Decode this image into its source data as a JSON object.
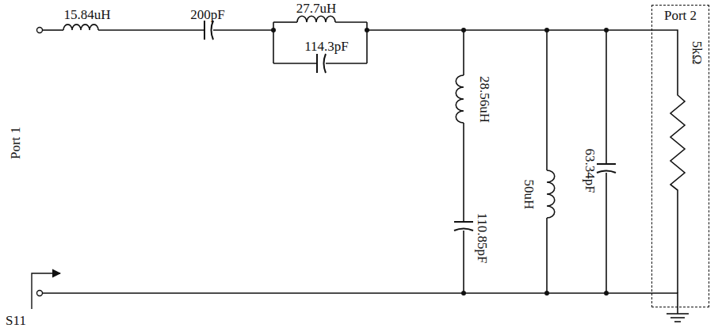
{
  "diagram": {
    "nodes": [
      {
        "text": [
          "Port 2"
        ]
      }
    ],
    "labels": [
      "15.84uH",
      "200pF",
      "27.7uH",
      "114.3pF",
      "28.56uH",
      "110.85pF",
      "50uH",
      "63.34pF",
      "5kΩ",
      "Port 1",
      "S11"
    ]
  }
}
